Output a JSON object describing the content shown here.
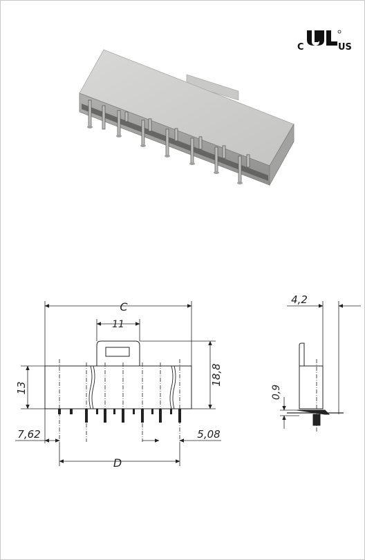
{
  "certification": {
    "prefix": "C",
    "suffix": "US",
    "mark_icon": "ul-recognized-component-mark-icon"
  },
  "product_photo": {
    "icon": "pcb-connector-photo-icon"
  },
  "front_view": {
    "dimensions": {
      "overall_width": "C",
      "tab_width": "11",
      "height_with_tab": "18,8",
      "body_height": "13",
      "left_offset": "7,62",
      "pitch": "5,08",
      "pin_span": "D"
    }
  },
  "side_view": {
    "dimensions": {
      "depth": "4,2",
      "pin_offset": "0,9"
    }
  }
}
